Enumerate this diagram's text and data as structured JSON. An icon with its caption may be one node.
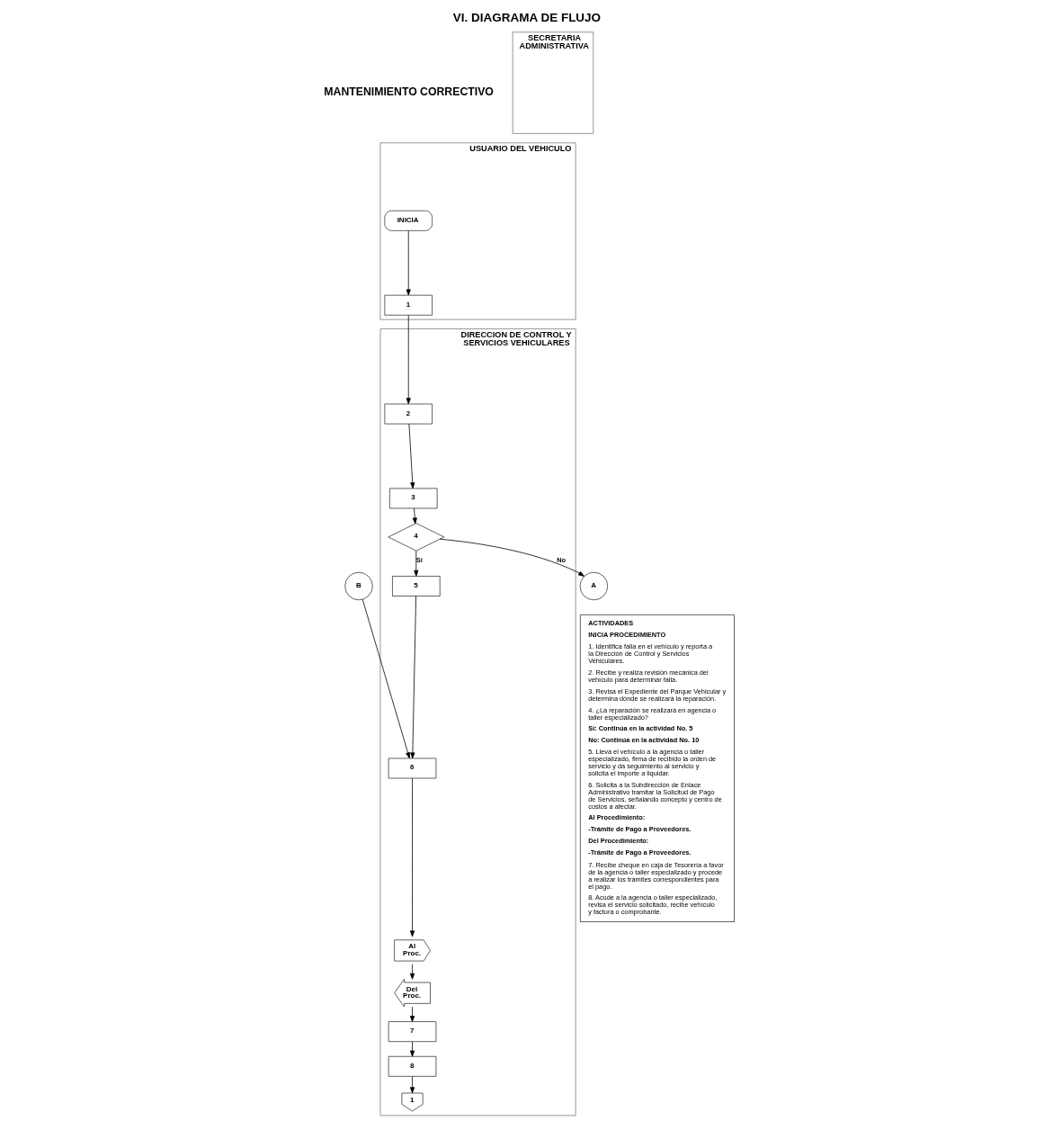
{
  "diagram": {
    "title": "VI. DIAGRAMA DE FLUJO",
    "nodes": [
      {
        "text": [
          "USUARIO DEL VEHICULO"
        ]
      },
      {
        "text": [
          "INICIA"
        ],
        "in": 0
      },
      {
        "text": [
          "1"
        ],
        "in": 0
      },
      {
        "text": [
          "DIRECCION DE CONTROL Y SERVICIOS VEHICULARES"
        ]
      },
      {
        "text": [
          "2"
        ],
        "in": 3
      },
      {
        "text": [
          "3"
        ],
        "in": 3
      },
      {
        "text": [
          "4"
        ],
        "in": 3
      },
      {
        "text": [
          "A"
        ]
      },
      {
        "text": [
          "5"
        ],
        "in": 3
      },
      {
        "text": [
          "6"
        ],
        "in": 3
      },
      {
        "text": [
          "B"
        ]
      },
      {
        "text": [
          "Al Proc."
        ],
        "in": 3
      },
      {
        "text": [
          "Del Proc."
        ],
        "in": 3
      },
      {
        "text": [
          "7"
        ],
        "in": 3
      },
      {
        "text": [
          "8"
        ],
        "in": 3
      },
      {
        "text": [
          "1"
        ],
        "in": 3
      },
      {
        "text": [
          "SECRETARIA ADMINISTRATIVA"
        ]
      },
      {
        "text": [
          "ACTIVIDADES",
          "INICIA PROCEDIMIENTO",
          "1. Identifica falla en el vehículo y reporta a la Dirección de Control y Servicios Vehiculares.",
          "2. Recibe y realiza revisión mecánica del vehículo para determinar falla.",
          "3. Revisa el Expediente del Parque Vehicular y determina dónde se realizará la reparación.",
          "4. ¿La reparación se realizará en agencia o taller especializado?",
          "Sí: Continúa en la actividad No. 5",
          "No: Continúa en la actividad No. 10",
          "5. Lleva el vehículo a la agencia o taller especializado, firma de recibido la orden de servicio y da seguimiento al servicio y solicita el importe a liquidar.",
          "6. Solicita a la Subdirección de Enlace Administrativo tramitar la Solicitud de Pago de Servicios, señalando concepto y centro de costos a afectar.",
          "Al Procedimiento:",
          "-Trámite de Pago a Proveedores.",
          "Del Procedimiento:",
          "-Trámite de Pago a Proveedores.",
          "7. Recibe cheque en caja de Tesorería a favor de la agencia o taller especializado y procede a realizar los trámites correspondientes para el pago.",
          "8. Acude a la agencia o taller especializado, revisa el servicio solicitado, recibe vehículo y factura o comprobante."
        ]
      }
    ],
    "edges": [
      {
        "from": 1,
        "to": 2,
        "arrow": "to"
      },
      {
        "from": 2,
        "to": 4,
        "arrow": "to"
      },
      {
        "from": 4,
        "to": 5,
        "arrow": "to"
      },
      {
        "from": 5,
        "to": 6,
        "arrow": "to"
      },
      {
        "from": 6,
        "to": 7,
        "arrow": "to",
        "label": "No"
      },
      {
        "from": 6,
        "to": 8,
        "arrow": "to",
        "label": "Sí"
      },
      {
        "from": 8,
        "to": 9,
        "arrow": "to"
      },
      {
        "from": 10,
        "to": 9,
        "arrow": "to"
      },
      {
        "from": 9,
        "to": 11,
        "arrow": "to"
      },
      {
        "from": 11,
        "to": 12,
        "arrow": "to"
      },
      {
        "from": 12,
        "to": 13,
        "arrow": "to"
      },
      {
        "from": 13,
        "to": 14,
        "arrow": "to"
      },
      {
        "from": 14,
        "to": 15,
        "arrow": "to"
      }
    ],
    "labels": [
      "MANTENIMIENTO CORRECTIVO"
    ]
  }
}
